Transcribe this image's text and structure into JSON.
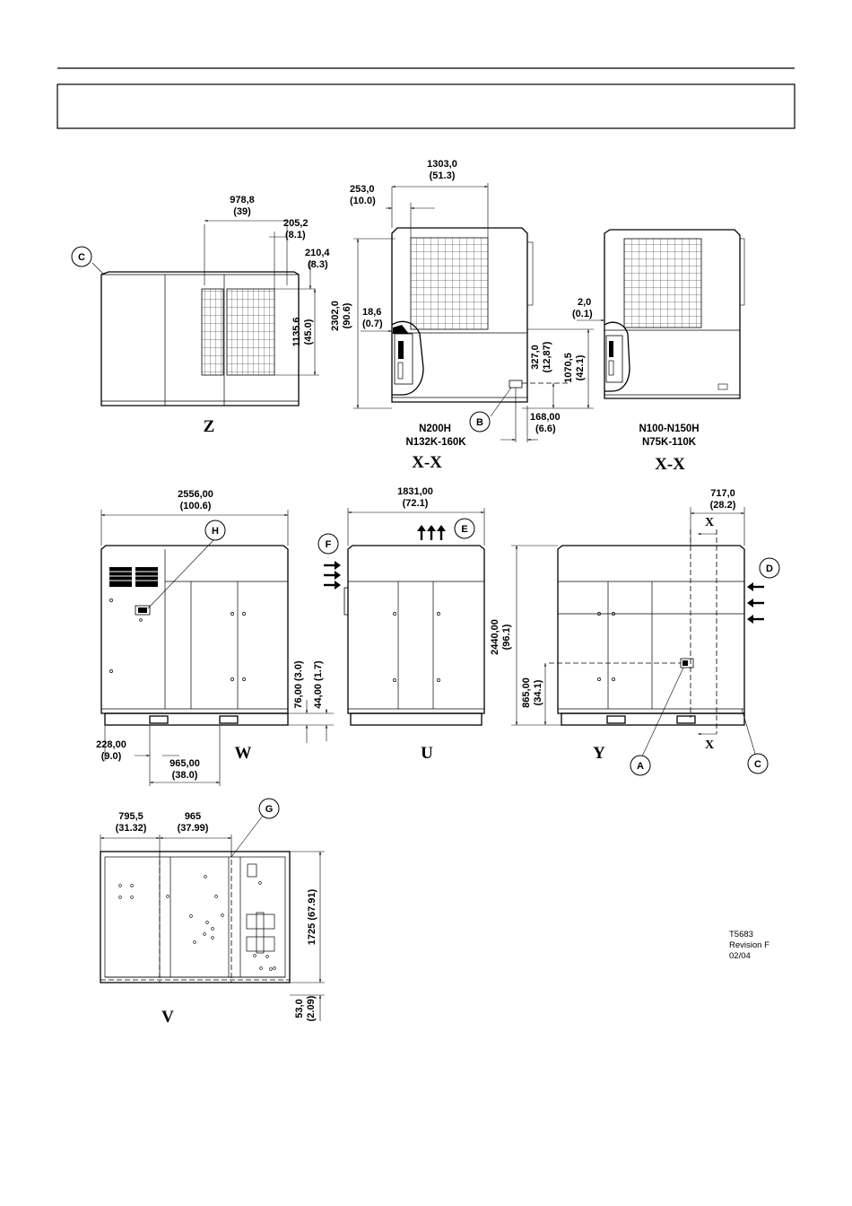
{
  "header_box_text": "",
  "views": {
    "Z": "Z",
    "XX1": "X-X",
    "XX2": "X-X",
    "W": "W",
    "U": "U",
    "Y": "Y",
    "V": "V"
  },
  "models": {
    "left_line1": "N200H",
    "left_line2": "N132K-160K",
    "right_line1": "N100-N150H",
    "right_line2": "N75K-110K"
  },
  "callouts": {
    "A": "A",
    "B": "B",
    "C": "C",
    "D": "D",
    "E": "E",
    "F": "F",
    "G": "G",
    "H": "H"
  },
  "section_marks": {
    "top": "X",
    "bottom": "X"
  },
  "dimensions": {
    "z_width": "978,8",
    "z_width_in": "(39)",
    "z_d1": "205,2",
    "z_d1_in": "(8.1)",
    "z_d2": "210,4",
    "z_d2_in": "(8.3)",
    "z_h": "1135.6",
    "z_h_in": "(45.0)",
    "xx_w": "1303,0",
    "xx_w_in": "(51.3)",
    "xx_off": "253,0",
    "xx_off_in": "(10.0)",
    "xx_h": "2302,0",
    "xx_h_in": "(90.6)",
    "xx_d": "18,6",
    "xx_d_in": "(0.7)",
    "xx_b1": "327,0",
    "xx_b1_in": "(12,87)",
    "xx_b2": "1070,5",
    "xx_b2_in": "(42.1)",
    "xx_b3": "168,00",
    "xx_b3_in": "(6.6)",
    "xx2_d": "2,0",
    "xx2_d_in": "(0.1)",
    "w_w": "2556,00",
    "w_w_in": "(100.6)",
    "w_h1": "76,00 (3.0)",
    "w_h2": "44,00 (1.7)",
    "w_d1": "228,00",
    "w_d1_in": "(9.0)",
    "w_d2": "965,00",
    "w_d2_in": "(38.0)",
    "u_w": "1831,00",
    "u_w_in": "(72.1)",
    "y_w": "717,0",
    "y_w_in": "(28.2)",
    "y_h": "2440,00",
    "y_h_in": "(96.1)",
    "y_h2": "865,00",
    "y_h2_in": "(34.1)",
    "v_w1": "795,5",
    "v_w1_in": "(31.32)",
    "v_w2": "965",
    "v_w2_in": "(37.99)",
    "v_h": "1725 (67.91)",
    "v_h2": "53,0",
    "v_h2_in": "(2.09)"
  },
  "footer_note": {
    "line1": "T5683",
    "line2": "Revision F",
    "line3": "02/04"
  }
}
